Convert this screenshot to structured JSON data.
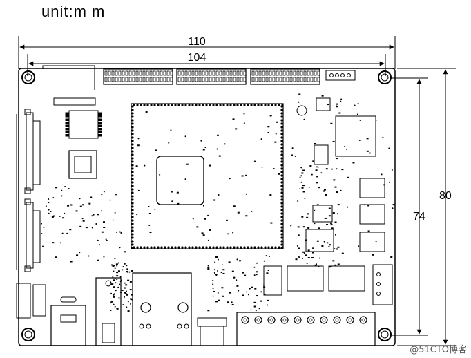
{
  "header": {
    "unit": "unit:m m"
  },
  "dimensions": {
    "overall_width": "110",
    "hole_spacing_width": "104",
    "overall_height": "80",
    "hole_spacing_height": "74"
  },
  "watermark": "@51CTO博客",
  "colors": {
    "line": "#000000",
    "pad": "#000000",
    "background": "#ffffff"
  }
}
